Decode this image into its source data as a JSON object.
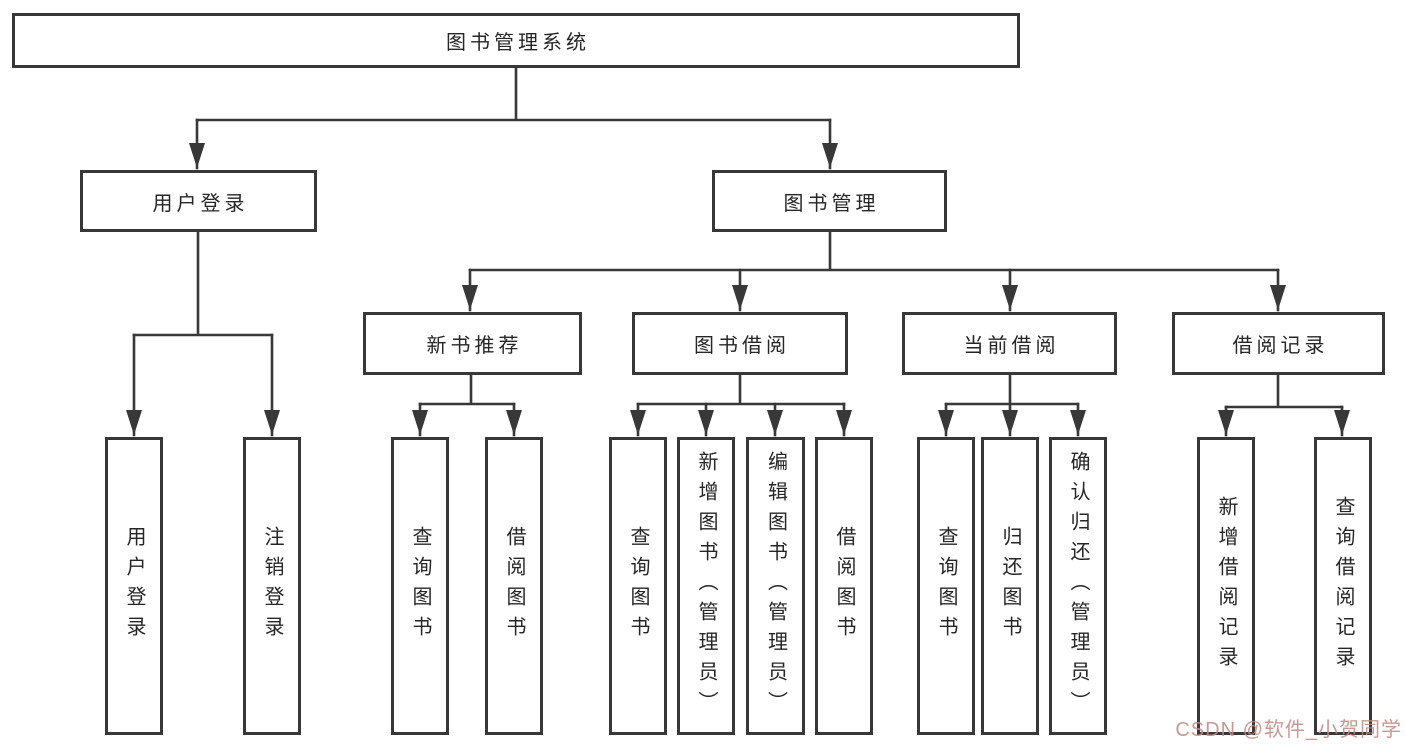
{
  "tree": {
    "root": {
      "label": "图书管理系统",
      "children": [
        {
          "label": "用户登录",
          "children": [
            {
              "label": "用户登录"
            },
            {
              "label": "注销登录"
            }
          ]
        },
        {
          "label": "图书管理",
          "children": [
            {
              "label": "新书推荐",
              "children": [
                {
                  "label": "查询图书"
                },
                {
                  "label": "借阅图书"
                }
              ]
            },
            {
              "label": "图书借阅",
              "children": [
                {
                  "label": "查询图书"
                },
                {
                  "label": "新增图书（管理员）"
                },
                {
                  "label": "编辑图书（管理员）"
                },
                {
                  "label": "借阅图书"
                }
              ]
            },
            {
              "label": "当前借阅",
              "children": [
                {
                  "label": "查询图书"
                },
                {
                  "label": "归还图书"
                },
                {
                  "label": "确认归还（管理员）"
                }
              ]
            },
            {
              "label": "借阅记录",
              "children": [
                {
                  "label": "新增借阅记录"
                },
                {
                  "label": "查询借阅记录"
                }
              ]
            }
          ]
        }
      ]
    }
  },
  "colors": {
    "line": "#383838",
    "box_border": "#383838",
    "text": "#262626",
    "background": "#ffffff",
    "watermark": "#c18b85"
  },
  "watermark": {
    "text": "CSDN @软件_小贺同学"
  }
}
